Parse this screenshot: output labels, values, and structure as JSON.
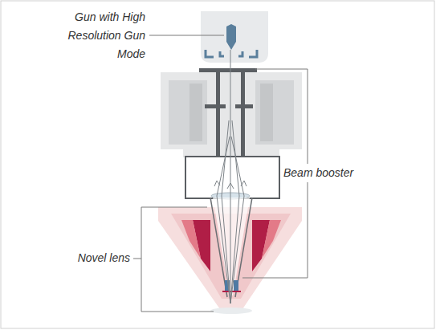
{
  "diagram": {
    "labels": [
      "Gun with High Resolution Gun Mode",
      "Beam booster",
      "Novel lens"
    ]
  }
}
